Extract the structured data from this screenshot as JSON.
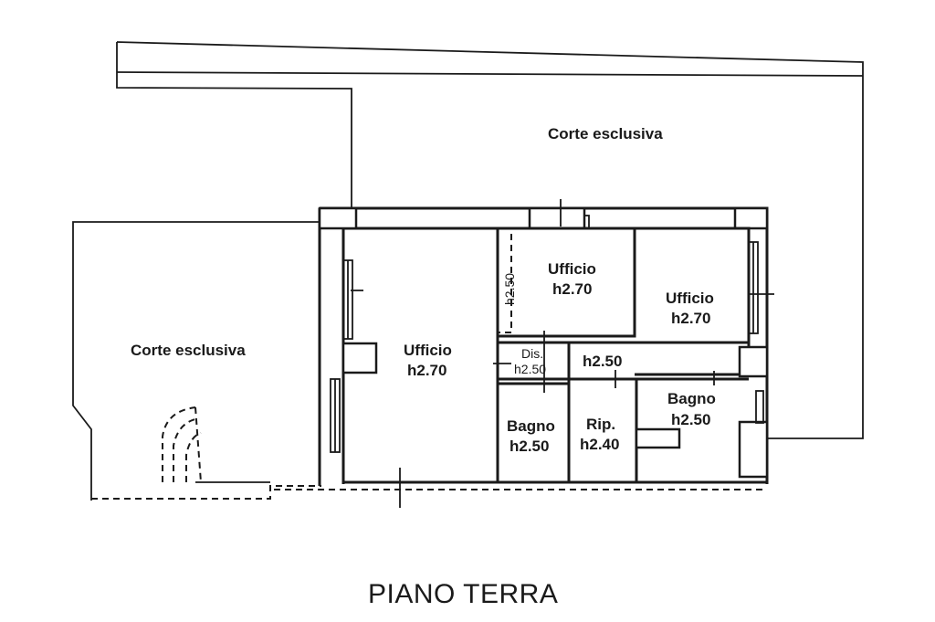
{
  "plan": {
    "title": "PIANO TERRA",
    "courtyards": {
      "top": "Corte esclusiva",
      "left": "Corte esclusiva"
    },
    "rooms": [
      {
        "id": "office-main",
        "name": "Ufficio",
        "height": "h2.70"
      },
      {
        "id": "office-center",
        "name": "Ufficio",
        "height": "h2.70"
      },
      {
        "id": "office-right",
        "name": "Ufficio",
        "height": "h2.70"
      },
      {
        "id": "dis",
        "name": "Dis.",
        "height": "h2.50"
      },
      {
        "id": "storage-small",
        "name": "",
        "height": "h2.50"
      },
      {
        "id": "bath-left",
        "name": "Bagno",
        "height": "h2.50"
      },
      {
        "id": "rip",
        "name": "Rip.",
        "height": "h2.40"
      },
      {
        "id": "bath-right",
        "name": "Bagno",
        "height": "h2.50"
      }
    ],
    "vertical_label": "h2.50"
  }
}
